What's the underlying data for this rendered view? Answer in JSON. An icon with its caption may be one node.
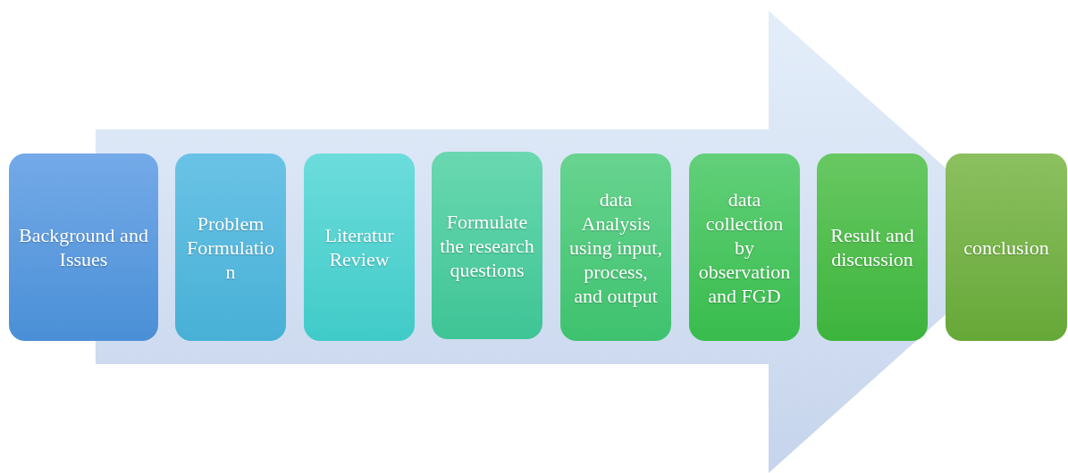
{
  "diagram": {
    "nodes": [
      {
        "text": [
          "Background and Issues"
        ]
      },
      {
        "text": [
          "Problem Formulation"
        ]
      },
      {
        "text": [
          "Literatur Review"
        ]
      },
      {
        "text": [
          "Formulate the research questions"
        ]
      },
      {
        "text": [
          "data Analysis using input, process, and output"
        ]
      },
      {
        "text": [
          "data collection by observation and FGD"
        ]
      },
      {
        "text": [
          "Result and discussion"
        ]
      },
      {
        "text": [
          "conclusion"
        ]
      }
    ],
    "edges": [
      {
        "from": 0,
        "to": 7,
        "arrow": "to"
      }
    ]
  }
}
